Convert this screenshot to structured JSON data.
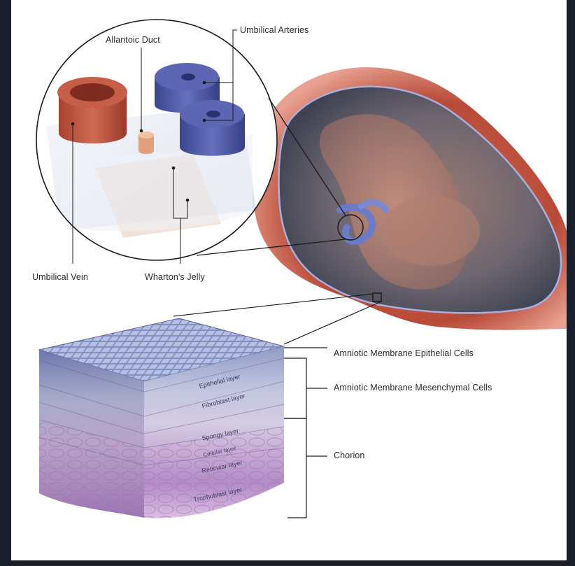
{
  "labels": {
    "umbilical_arteries": "Umbilical Arteries",
    "allantoic_duct": "Allantoic Duct",
    "umbilical_vein": "Umbilical Vein",
    "whartons_jelly": "Wharton's Jelly",
    "amniotic_epithelial": "Amniotic  Membrane Epithelial Cells",
    "amniotic_mesenchymal": "Amniotic  Membrane Mesenchymal Cells",
    "chorion": "Chorion"
  },
  "layer_labels": {
    "epithelial": "Epithelial layer",
    "fibroblast": "Fibroblast layer",
    "spongy": "Spongy layer",
    "cellular": "Cellular layer",
    "reticular": "Reticular layer",
    "trophoblast": "Trophoblast layer"
  },
  "colors": {
    "frame": "#1a1d2a",
    "uterine_wall": "#b94e3c",
    "amniotic_sac": "#5b5f70",
    "umbilical_vein": "#c0553f",
    "umbilical_arteries": "#4b55a8",
    "whartons_jelly": "#e6eaf2",
    "membrane_blue": "#8e9ac8",
    "membrane_purple": "#b28ac4"
  }
}
